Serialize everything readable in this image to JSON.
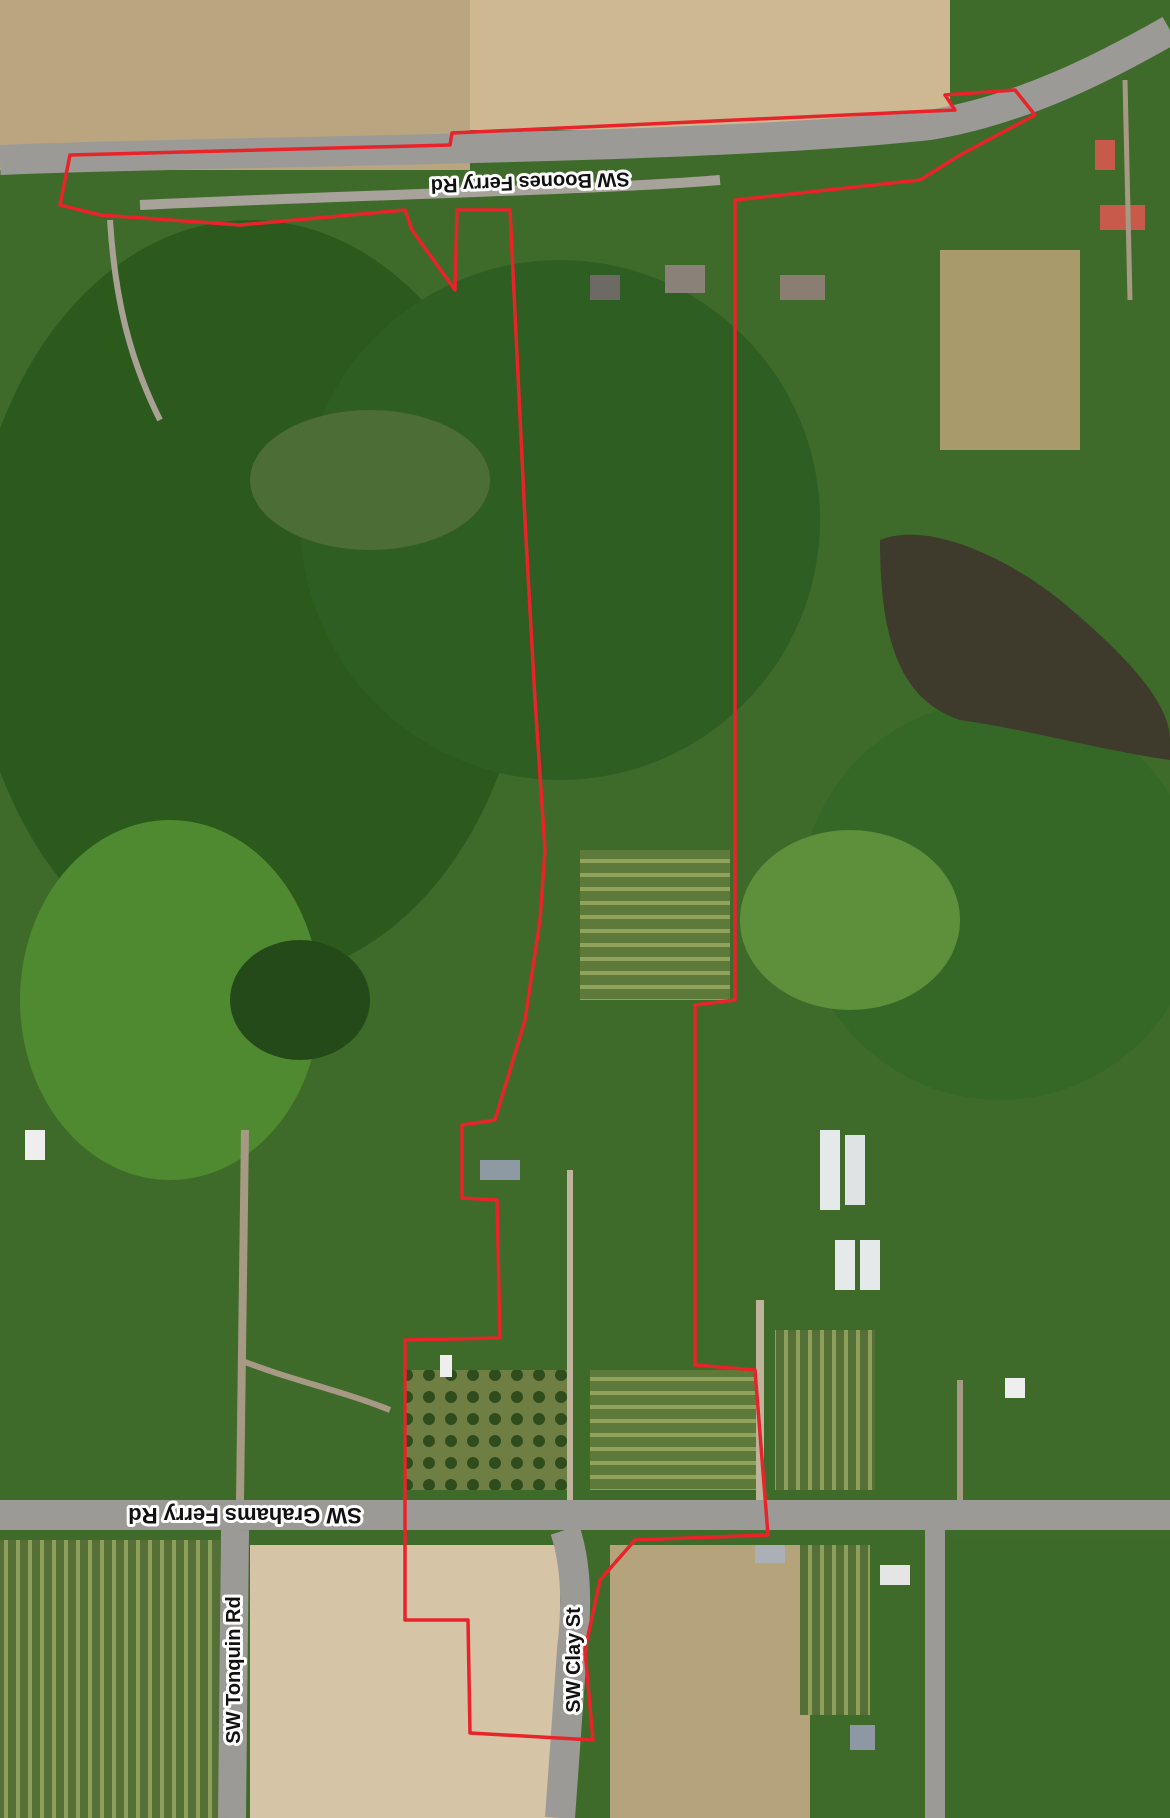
{
  "map": {
    "roads": {
      "boones_ferry": "SW Boones Ferry Rd",
      "grahams_ferry": "SW Grahams Ferry Rd",
      "tonquin": "SW Tonquin Rd",
      "clay": "SW Clay St"
    },
    "colors": {
      "boundary": "#e8232a",
      "forest": "#2f5a1f",
      "field": "#c8b38e",
      "road": "#9c9a96",
      "pond": "#3e3a2c"
    }
  }
}
